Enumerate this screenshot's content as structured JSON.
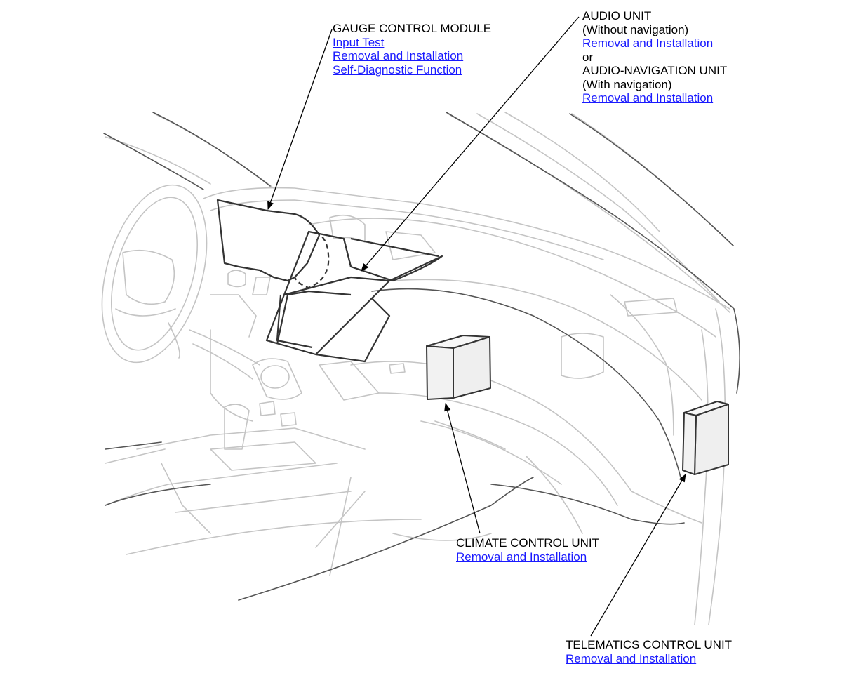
{
  "colors": {
    "link": "#1a1aff",
    "text": "#000000",
    "line_dark": "#333333",
    "line_light": "#c4c4c4",
    "line_mid": "#9a9a9a",
    "box_fill": "#f2f2f2"
  },
  "callouts": {
    "gauge": {
      "title": "GAUGE CONTROL MODULE",
      "links": [
        "Input Test",
        "Removal and Installation",
        "Self-Diagnostic Function"
      ]
    },
    "audio": {
      "title": "AUDIO UNIT",
      "note": "(Without navigation)",
      "link": "Removal and Installation",
      "or": "or",
      "alt_title": "AUDIO-NAVIGATION UNIT",
      "alt_note": "(With navigation)",
      "alt_link": "Removal and Installation"
    },
    "climate": {
      "title": "CLIMATE CONTROL UNIT",
      "link": "Removal and Installation"
    },
    "telematics": {
      "title": "TELEMATICS CONTROL UNIT",
      "link": "Removal and Installation"
    }
  }
}
